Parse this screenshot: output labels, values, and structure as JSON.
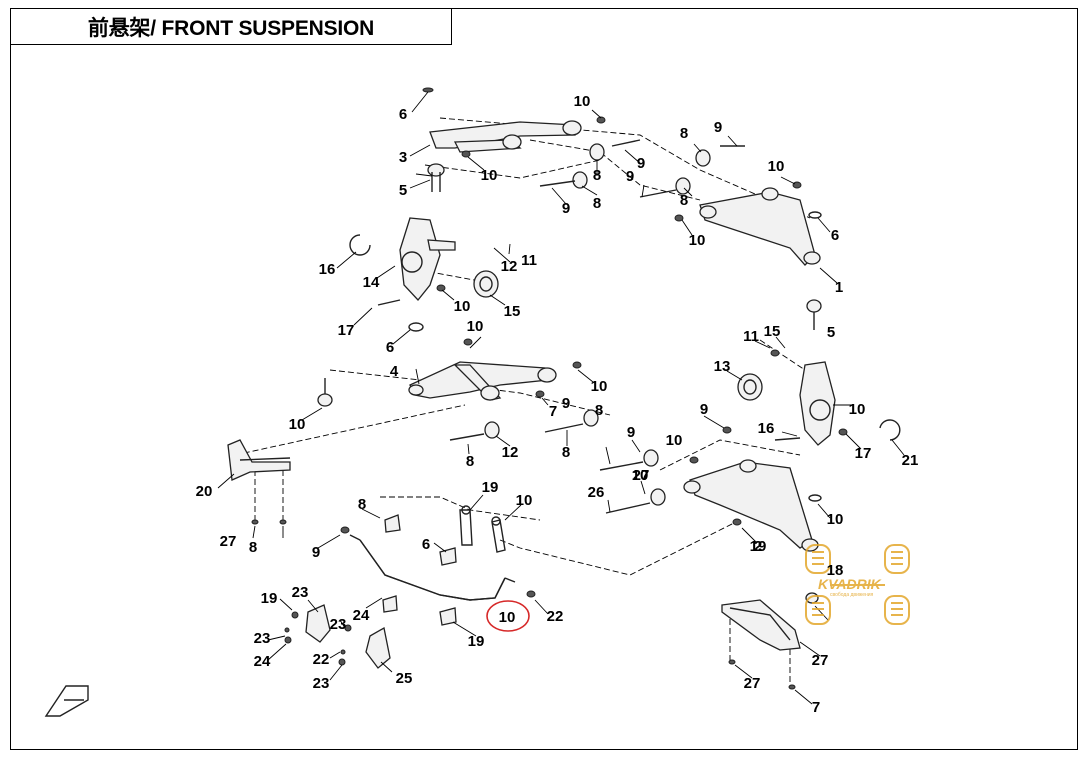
{
  "header": {
    "title": "前悬架/ FRONT SUSPENSION"
  },
  "highlight_color": "#d62828",
  "watermark": {
    "brand": "KVADRIK",
    "tagline": "свобода движения",
    "color": "#e3a72c"
  },
  "callouts": [
    "6",
    "10",
    "3",
    "10",
    "5",
    "8",
    "9",
    "9",
    "8",
    "8",
    "9",
    "9",
    "8",
    "10",
    "10",
    "6",
    "1",
    "16",
    "14",
    "12",
    "11",
    "10",
    "15",
    "17",
    "6",
    "5",
    "4",
    "10",
    "10",
    "7",
    "10",
    "9",
    "8",
    "12",
    "11",
    "15",
    "13",
    "10",
    "9",
    "8",
    "9",
    "8",
    "17",
    "10",
    "16",
    "26",
    "21",
    "20",
    "19",
    "10",
    "8",
    "9",
    "27",
    "27",
    "8",
    "10",
    "19",
    "6",
    "10",
    "2",
    "18",
    "10",
    "22",
    "23",
    "19",
    "24",
    "23",
    "19",
    "23",
    "24",
    "22",
    "23",
    "25",
    "27",
    "27",
    "7"
  ]
}
